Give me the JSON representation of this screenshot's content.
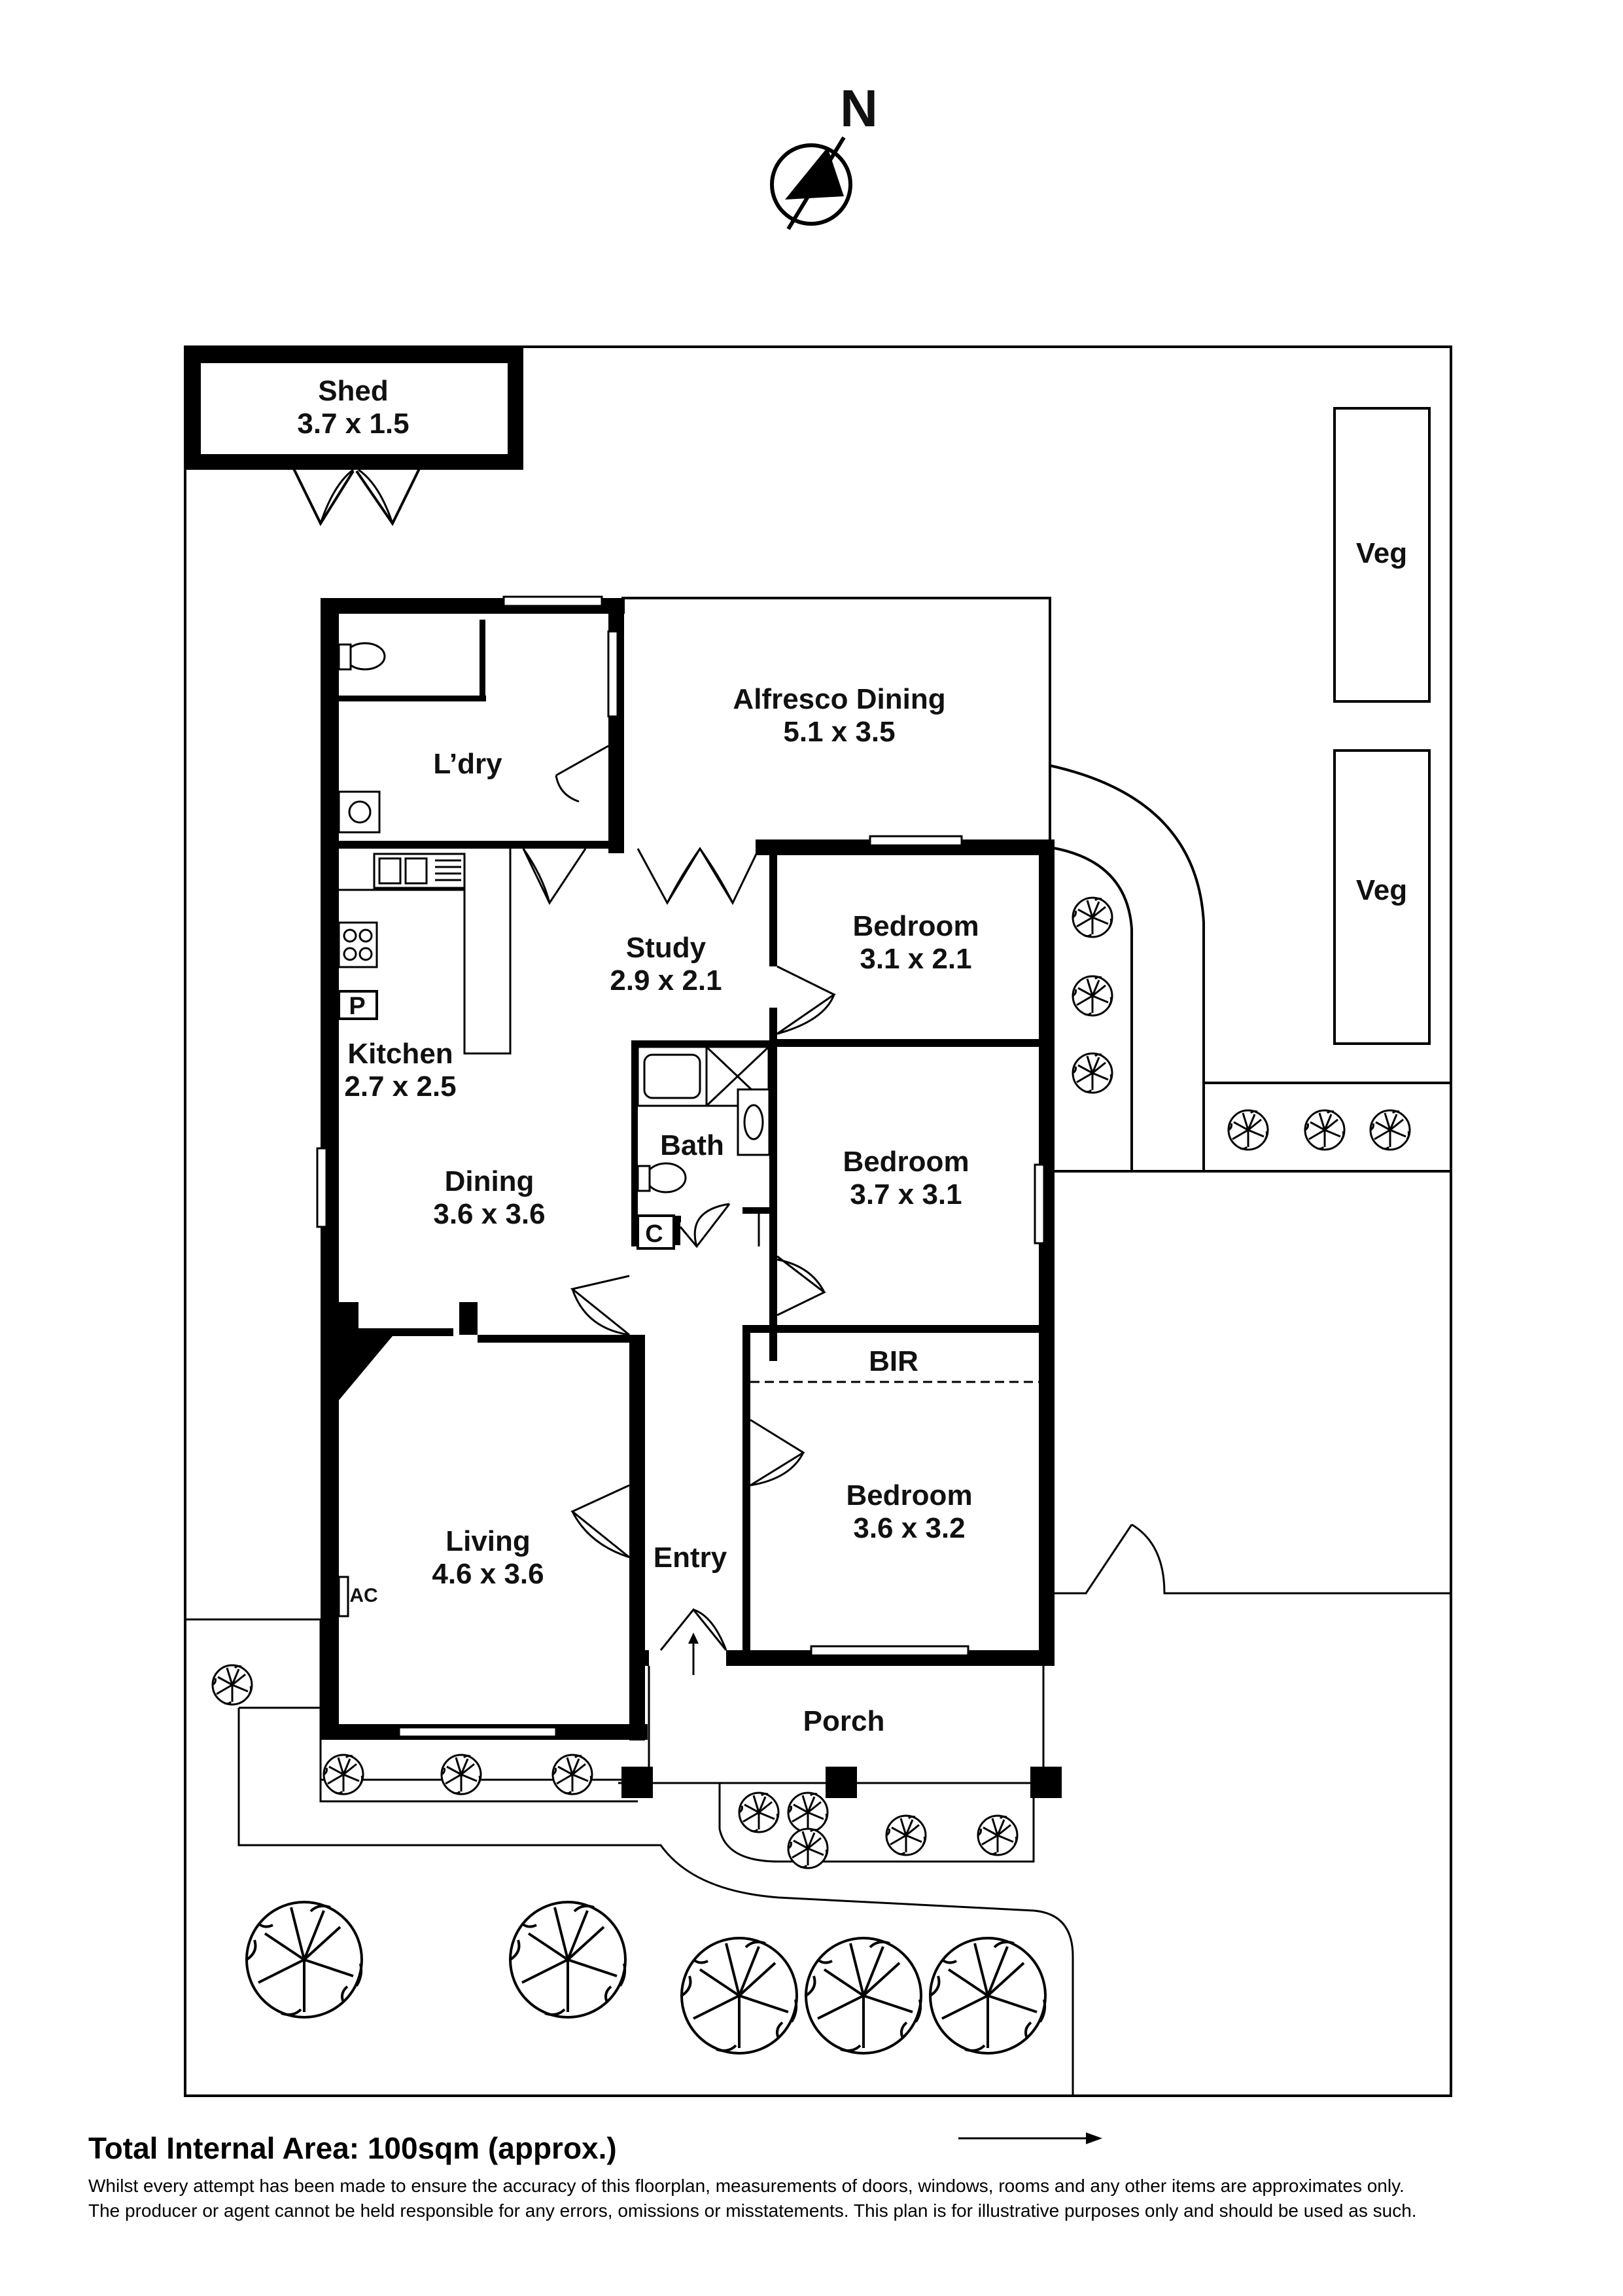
{
  "compass": {
    "label": "N"
  },
  "rooms": {
    "shed": {
      "name": "Shed",
      "dims": "3.7 x 1.5"
    },
    "laundry": {
      "name": "L’dry"
    },
    "alfresco": {
      "name": "Alfresco Dining",
      "dims": "5.1 x 3.5"
    },
    "study": {
      "name": "Study",
      "dims": "2.9 x 2.1"
    },
    "bedroom_1": {
      "name": "Bedroom",
      "dims": "3.1 x 2.1"
    },
    "kitchen": {
      "name": "Kitchen",
      "dims": "2.7 x 2.5"
    },
    "bath": {
      "name": "Bath"
    },
    "bedroom_2": {
      "name": "Bedroom",
      "dims": "3.7 x 3.1"
    },
    "dining": {
      "name": "Dining",
      "dims": "3.6 x 3.6"
    },
    "bir": {
      "name": "BIR"
    },
    "bedroom_3": {
      "name": "Bedroom",
      "dims": "3.6 x 3.2"
    },
    "living": {
      "name": "Living",
      "dims": "4.6 x 3.6"
    },
    "entry": {
      "name": "Entry"
    },
    "porch": {
      "name": "Porch"
    }
  },
  "garden": {
    "veg_1": "Veg",
    "veg_2": "Veg"
  },
  "fixtures": {
    "pantry": "P",
    "cupboard": "C",
    "air_con": "AC"
  },
  "footer": {
    "total_area": "Total Internal Area: 100sqm (approx.)",
    "disclaimer_line_1": "Whilst every attempt has been made to ensure the accuracy of this floorplan, measurements of doors, windows, rooms and any other items are approximates only.",
    "disclaimer_line_2": "The producer or agent cannot be held responsible for any errors, omissions or misstatements. This plan is for illustrative purposes only and should be used as such."
  },
  "icons": [
    "compass-icon",
    "tree-icon",
    "toilet-icon",
    "sink-icon",
    "stove-icon",
    "bathtub-icon",
    "shower-icon",
    "entry-arrow-icon",
    "driveway-arrow-icon"
  ]
}
